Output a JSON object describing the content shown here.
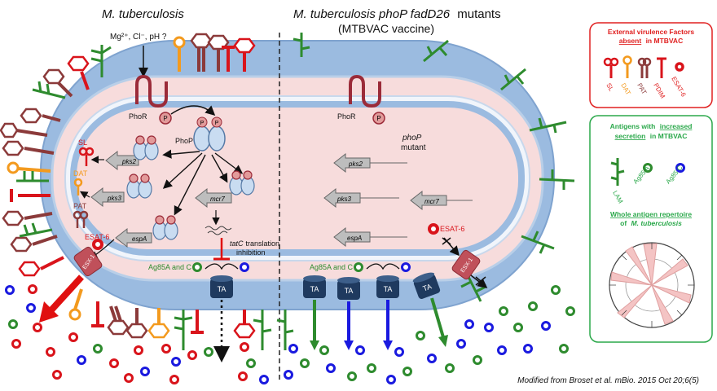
{
  "titles": {
    "left_title": "M. tuberculosis",
    "right_title_italic": "M. tuberculosis phoP fadD26",
    "right_title_plain": "mutants",
    "right_subtitle": "(MTBVAC vaccine)"
  },
  "left_cell": {
    "stimuli": "Mg²⁺, Cl⁻, pH ?",
    "phoR": "PhoR",
    "phoP": "PhoP",
    "p": "P",
    "genes": [
      "pks2",
      "pks3",
      "espA",
      "mcr7"
    ],
    "products": [
      "SL",
      "DAT",
      "PAT",
      "ESAT-6"
    ],
    "esx": "ESX-1",
    "tatc_italic": "tatC",
    "tatc_rest": "translation",
    "inhibition": "inhibition",
    "ag_prefix": "Ag85A and C",
    "ta": "TA"
  },
  "right_cell": {
    "phoR": "PhoR",
    "p": "P",
    "mutant_italic": "phoP",
    "mutant_plain": "mutant",
    "genes": [
      "pks2",
      "pks3",
      "espA",
      "mcr7"
    ],
    "esat": "ESAT-6",
    "esx": "ESX-1",
    "ag_prefix": "Ag85A and C",
    "ta": "TA"
  },
  "legend_absent": {
    "title_line1": "External virulence Factors",
    "title_underlined": "absent",
    "title_rest": "in MTBVAC",
    "items": [
      "SL",
      "DAT",
      "PAT",
      "PDIM",
      "ESAT-6"
    ]
  },
  "legend_increased": {
    "title_line1": "Antigens with",
    "title_underlined": "increased",
    "title_line2_underlined": "secretion",
    "title_line2_rest": "in MTBVAC",
    "items": [
      "LAM",
      "Ag85 A",
      "Ag85 C"
    ]
  },
  "legend_repertoire": {
    "title_line1": "Whole antigen repertoire",
    "title_line2_prefix": "of",
    "title_line2_italic": "M. tuberculosis"
  },
  "citation": "Modified from Broset et al. mBio. 2015 Oct 20;6(5)",
  "colors": {
    "membrane_blue": "#9bbbe0",
    "cytoplasm_pink": "#f7dcdc",
    "lipid_red": "#d9141b",
    "lipid_orange": "#f39a1e",
    "lipid_maroon": "#8b3a3a",
    "lam_green": "#2e8b2e",
    "ag_blue": "#1a1adf",
    "ta_navy": "#1f3a5f",
    "legend_red": "#e02020",
    "legend_green": "#2aa84a"
  }
}
